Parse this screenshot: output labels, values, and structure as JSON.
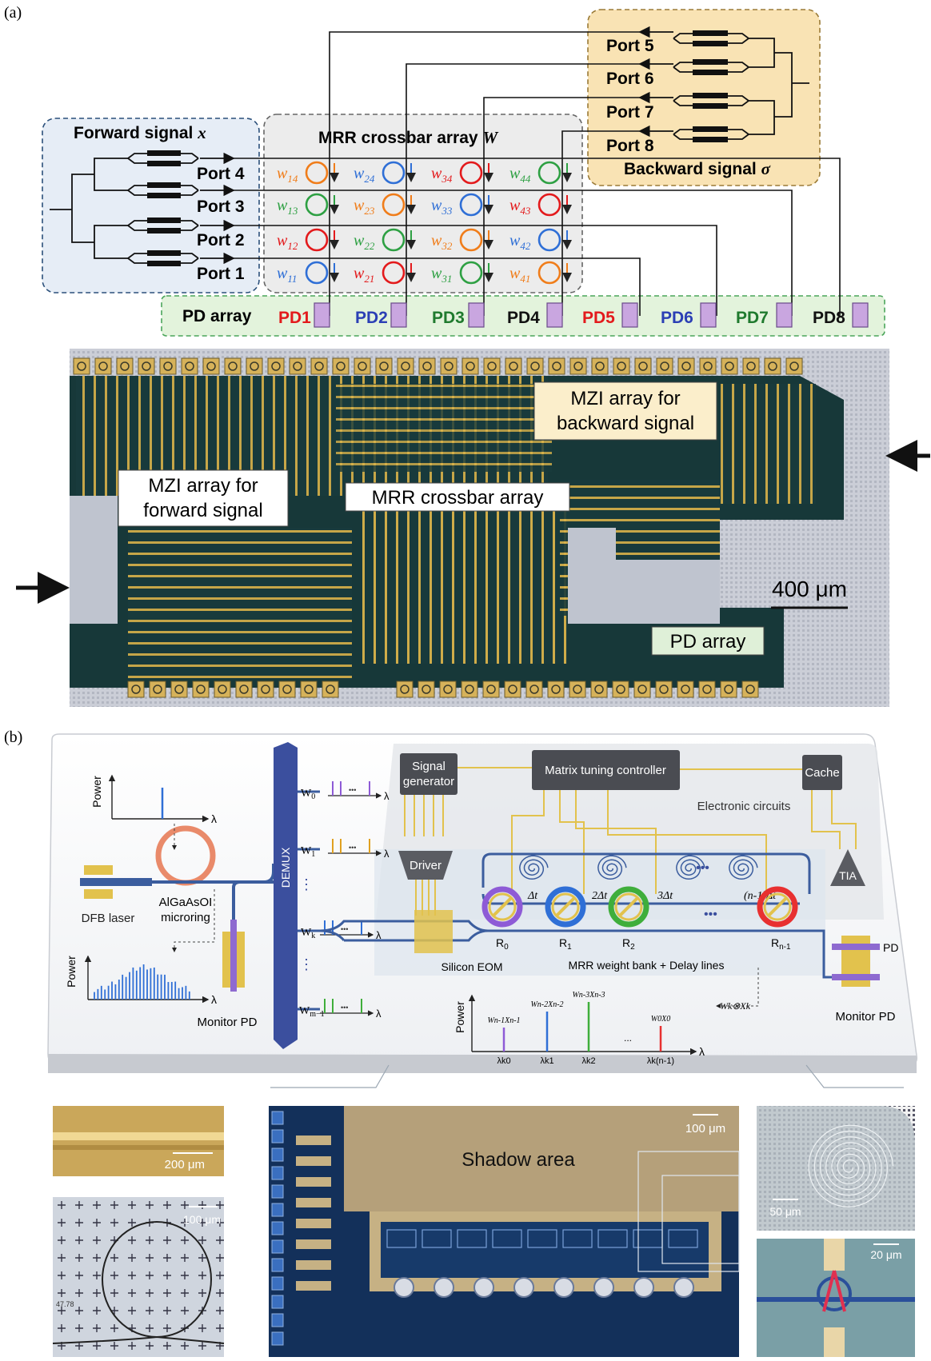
{
  "panel_a": {
    "label": "(a)",
    "schematic": {
      "forward_title": "Forward signal ",
      "forward_var": "x",
      "crossbar_title": "MRR crossbar array ",
      "crossbar_var": "W",
      "backward_title": "Backward signal ",
      "backward_var": "σ",
      "forward_ports": [
        "Port 4",
        "Port 3",
        "Port 2",
        "Port 1"
      ],
      "backward_ports": [
        "Port 5",
        "Port 6",
        "Port 7",
        "Port 8"
      ],
      "pd_array_label": "PD array",
      "pds": [
        {
          "label": "PD1",
          "color": "#e31a1c"
        },
        {
          "label": "PD2",
          "color": "#2b3fb5"
        },
        {
          "label": "PD3",
          "color": "#1f7a2e"
        },
        {
          "label": "PD4",
          "color": "#111111"
        },
        {
          "label": "PD5",
          "color": "#e31a1c"
        },
        {
          "label": "PD6",
          "color": "#2b3fb5"
        },
        {
          "label": "PD7",
          "color": "#1f7a2e"
        },
        {
          "label": "PD8",
          "color": "#111111"
        }
      ],
      "weights": [
        [
          {
            "base": "w",
            "sub": "14",
            "color": "#f07d1a"
          },
          {
            "base": "w",
            "sub": "24",
            "color": "#2f6fd6"
          },
          {
            "base": "w",
            "sub": "34",
            "color": "#e31a1c"
          },
          {
            "base": "w",
            "sub": "44",
            "color": "#2ea043"
          }
        ],
        [
          {
            "base": "w",
            "sub": "13",
            "color": "#2ea043"
          },
          {
            "base": "w",
            "sub": "23",
            "color": "#f07d1a"
          },
          {
            "base": "w",
            "sub": "33",
            "color": "#2f6fd6"
          },
          {
            "base": "w",
            "sub": "43",
            "color": "#e31a1c"
          }
        ],
        [
          {
            "base": "w",
            "sub": "12",
            "color": "#e31a1c"
          },
          {
            "base": "w",
            "sub": "22",
            "color": "#2ea043"
          },
          {
            "base": "w",
            "sub": "32",
            "color": "#f07d1a"
          },
          {
            "base": "w",
            "sub": "42",
            "color": "#2f6fd6"
          }
        ],
        [
          {
            "base": "w",
            "sub": "11",
            "color": "#2f6fd6"
          },
          {
            "base": "w",
            "sub": "21",
            "color": "#e31a1c"
          },
          {
            "base": "w",
            "sub": "31",
            "color": "#2ea043"
          },
          {
            "base": "w",
            "sub": "41",
            "color": "#f07d1a"
          }
        ]
      ]
    },
    "photo": {
      "mzi_backward": [
        "MZI array for",
        "backward signal"
      ],
      "mzi_forward": [
        "MZI array for",
        "forward signal"
      ],
      "mrr_crossbar": "MRR crossbar array",
      "pd_array": "PD array",
      "scale": "400 μm"
    }
  },
  "panel_b": {
    "label": "(b)",
    "signal_generator": [
      "Signal",
      "generator"
    ],
    "matrix_controller": "Matrix tuning controller",
    "cache": "Cache",
    "electronic_circuits": "Electronic circuits",
    "driver": "Driver",
    "tia": "TIA",
    "dfb_laser": "DFB laser",
    "microring": [
      "AlGaAsOI",
      "microring"
    ],
    "demux": "DEMUX",
    "monitor_pd_left": "Monitor PD",
    "monitor_pd_right": "Monitor PD",
    "pd_right": "PD",
    "silicon_eom": "Silicon EOM",
    "weight_bank": "MRR weight bank + Delay lines",
    "power": "Power",
    "lambda": "λ",
    "channels": [
      {
        "base": "W",
        "sub": "0"
      },
      {
        "base": "W",
        "sub": "1"
      },
      {
        "base": "W",
        "sub": "k"
      },
      {
        "base": "W",
        "sub": "m−1"
      }
    ],
    "vdots": "⋮",
    "dots": "•••",
    "ellipsis": "...",
    "delays": [
      "Δt",
      "2Δt",
      "3Δt",
      "(n-1)Δt"
    ],
    "rings": [
      {
        "base": "R",
        "sub": "0",
        "color": "#8e5bd6"
      },
      {
        "base": "R",
        "sub": "1",
        "color": "#2f6fd6"
      },
      {
        "base": "R",
        "sub": "2",
        "color": "#3fae3b"
      },
      {
        "base": "R",
        "sub": "n-1",
        "color": "#e83030"
      }
    ],
    "output_labels": [
      "Wn-1Xn-1",
      "Wn-2Xn-2",
      "Wn-3Xn-3",
      "W0X0"
    ],
    "output_lambdas": [
      "λk0",
      "λk1",
      "λk2",
      "λk(n-1)"
    ],
    "wk_xk": "Wk⊗Xk",
    "photos": {
      "scale_200": "200 μm",
      "scale_100_left": "100 μm",
      "scale_100_main": "100 μm",
      "scale_50": "50 μm",
      "scale_20": "20 μm",
      "shadow_area": "Shadow area",
      "small_mark": "47.78"
    }
  },
  "colors": {
    "gold": "#e8c34a",
    "chip_bg": "#163a3a",
    "chip_trace": "#e0b84a",
    "forward_box": "#e6edf6",
    "crossbar_box": "#ececec",
    "backward_box": "#f9e3b4",
    "pd_box": "#e3f3dc",
    "pd_square": "#c9a6e0",
    "demux": "#3b4f9e"
  }
}
